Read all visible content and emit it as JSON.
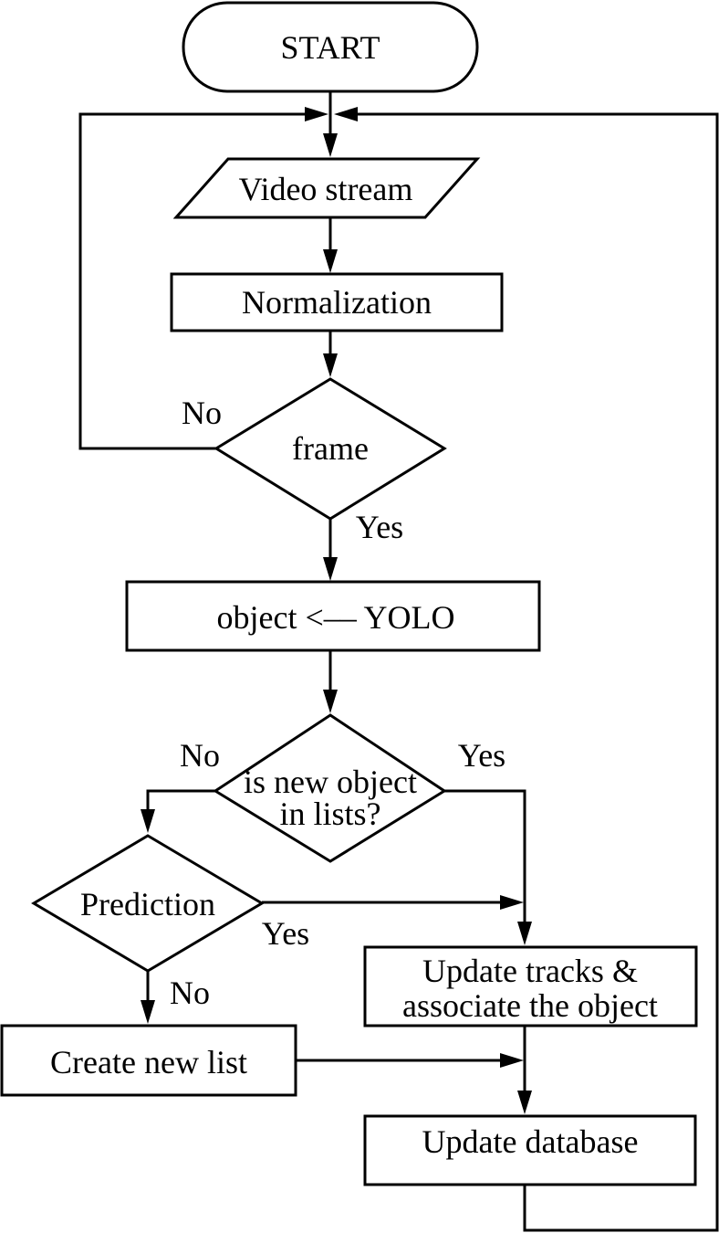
{
  "diagram": {
    "type": "flowchart",
    "background_color": "#ffffff",
    "line_color": "#000000",
    "text_color": "#000000",
    "nodes": {
      "start": {
        "type": "terminator",
        "label": "START"
      },
      "video_stream": {
        "type": "input-parallelogram",
        "label": "Video stream"
      },
      "normalization": {
        "type": "process",
        "label": "Normalization"
      },
      "frame": {
        "type": "decision",
        "label": "frame"
      },
      "yolo": {
        "type": "process",
        "label": "object <–– YOLO"
      },
      "is_new_object": {
        "type": "decision",
        "lines": [
          "is new object",
          "in lists?"
        ]
      },
      "prediction": {
        "type": "decision",
        "label": "Prediction"
      },
      "update_tracks": {
        "type": "process",
        "lines": [
          "Update tracks &",
          "associate the object"
        ]
      },
      "create_new_list": {
        "type": "process",
        "label": "Create new list"
      },
      "update_database": {
        "type": "process",
        "label": "Update database"
      }
    },
    "edges": [
      {
        "from": "start",
        "to": "video_stream",
        "label": ""
      },
      {
        "from": "video_stream",
        "to": "normalization",
        "label": ""
      },
      {
        "from": "normalization",
        "to": "frame",
        "label": ""
      },
      {
        "from": "frame",
        "to": "video_stream",
        "label": "No"
      },
      {
        "from": "frame",
        "to": "yolo",
        "label": "Yes"
      },
      {
        "from": "yolo",
        "to": "is_new_object",
        "label": ""
      },
      {
        "from": "is_new_object",
        "to": "prediction",
        "label": "No"
      },
      {
        "from": "is_new_object",
        "to": "update_tracks",
        "label": "Yes"
      },
      {
        "from": "prediction",
        "to": "update_tracks",
        "label": "Yes"
      },
      {
        "from": "prediction",
        "to": "create_new_list",
        "label": "No"
      },
      {
        "from": "create_new_list",
        "to": "update_database",
        "label": ""
      },
      {
        "from": "update_tracks",
        "to": "update_database",
        "label": ""
      },
      {
        "from": "update_database",
        "to": "video_stream",
        "label": ""
      }
    ]
  }
}
